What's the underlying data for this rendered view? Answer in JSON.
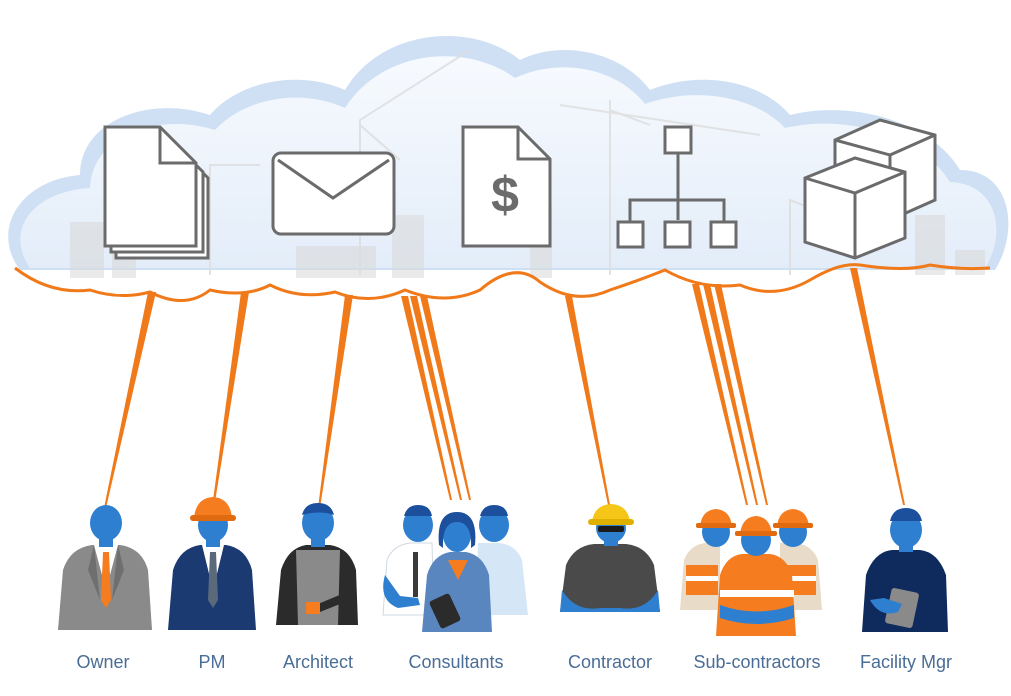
{
  "cloud": {
    "icons": [
      "documents-icon",
      "envelope-icon",
      "invoice-dollar-icon",
      "org-chart-icon",
      "boxes-icon"
    ],
    "dollar_symbol": "$"
  },
  "roles": [
    {
      "name": "owner",
      "label": "Owner"
    },
    {
      "name": "pm",
      "label": "PM"
    },
    {
      "name": "architect",
      "label": "Architect"
    },
    {
      "name": "consultants",
      "label": "Consultants"
    },
    {
      "name": "contractor",
      "label": "Contractor"
    },
    {
      "name": "sub-contractors",
      "label": "Sub-contractors"
    },
    {
      "name": "facility-mgr",
      "label": "Facility Mgr"
    }
  ],
  "colors": {
    "connector": "#f07a1a",
    "cloud_fill": "#eef4fb",
    "cloud_halo": "#cfe0f5",
    "icon_stroke": "#6b6b6b",
    "person_skin": "#2f7fd1",
    "label_text": "#4a6d96",
    "hard_hat_orange": "#f57c1f",
    "hard_hat_yellow": "#f5c518"
  }
}
